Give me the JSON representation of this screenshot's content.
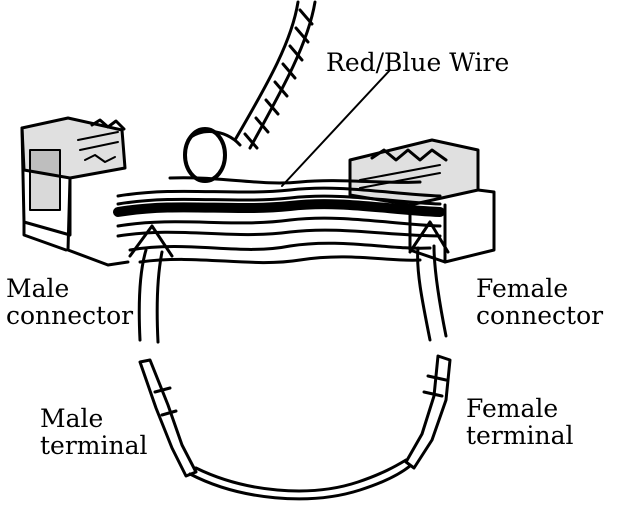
{
  "labels": {
    "wire": "Red/Blue Wire",
    "male_connector": [
      "Male",
      "connector"
    ],
    "female_connector": [
      "Female",
      "connector"
    ],
    "male_terminal": [
      "Male",
      "terminal"
    ],
    "female_terminal": [
      "Female",
      "terminal"
    ]
  },
  "colors": {
    "ink": "#000000",
    "paper": "#ffffff"
  }
}
